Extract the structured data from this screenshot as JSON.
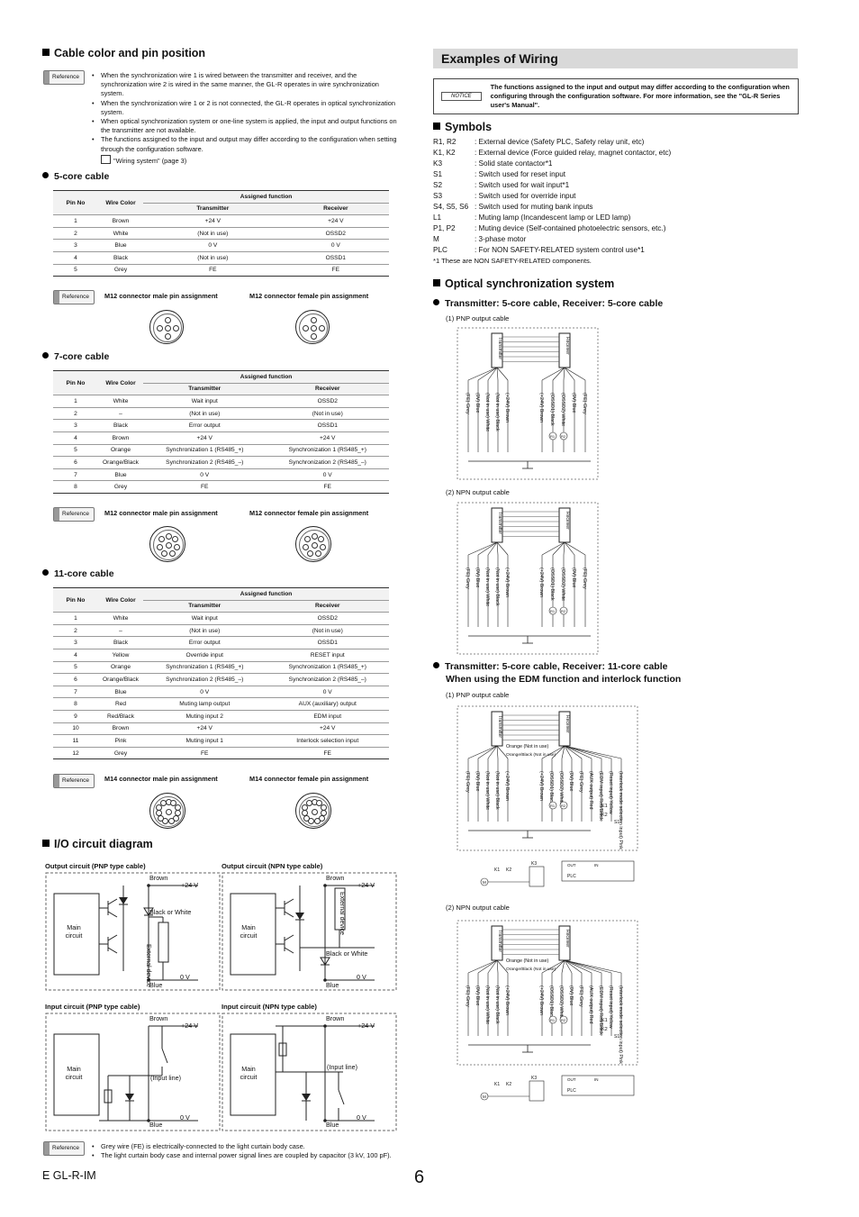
{
  "left": {
    "cable_section_title": "Cable color and pin position",
    "reference_label": "Reference",
    "notes": [
      "When the synchronization wire 1 is wired between the transmitter and receiver, and the synchronization wire 2 is wired in the same manner, the GL-R operates in wire synchronization system.",
      "When the synchronization wire 1 or 2 is not connected, the GL-R operates in optical synchronization system.",
      "When optical synchronization system or one-line system is applied, the input and output functions on the transmitter are not available.",
      "The functions assigned to the input and output may differ according to the configuration when setting through the configuration software."
    ],
    "note_link": "\"Wiring system\" (page 3)",
    "table_headers": {
      "pin_no": "Pin No",
      "wire_color": "Wire Color",
      "assigned": "Assigned function",
      "transmitter": "Transmitter",
      "receiver": "Receiver"
    },
    "cable5": {
      "title": "5-core cable",
      "rows": [
        [
          "1",
          "Brown",
          "+24 V",
          "+24 V"
        ],
        [
          "2",
          "White",
          "(Not in use)",
          "OSSD2"
        ],
        [
          "3",
          "Blue",
          "0 V",
          "0 V"
        ],
        [
          "4",
          "Black",
          "(Not in use)",
          "OSSD1"
        ],
        [
          "5",
          "Grey",
          "FE",
          "FE"
        ]
      ],
      "male_label": "M12 connector male pin assignment",
      "female_label": "M12 connector female pin assignment"
    },
    "cable7": {
      "title": "7-core cable",
      "rows": [
        [
          "1",
          "White",
          "Wait input",
          "OSSD2"
        ],
        [
          "2",
          "–",
          "(Not in use)",
          "(Not in use)"
        ],
        [
          "3",
          "Black",
          "Error output",
          "OSSD1"
        ],
        [
          "4",
          "Brown",
          "+24 V",
          "+24 V"
        ],
        [
          "5",
          "Orange",
          "Synchronization 1 (RS485_+)",
          "Synchronization 1 (RS485_+)"
        ],
        [
          "6",
          "Orange/Black",
          "Synchronization 2 (RS485_–)",
          "Synchronization 2 (RS485_–)"
        ],
        [
          "7",
          "Blue",
          "0 V",
          "0 V"
        ],
        [
          "8",
          "Grey",
          "FE",
          "FE"
        ]
      ],
      "male_label": "M12 connector male pin assignment",
      "female_label": "M12 connector female pin assignment"
    },
    "cable11": {
      "title": "11-core cable",
      "rows": [
        [
          "1",
          "White",
          "Wait input",
          "OSSD2"
        ],
        [
          "2",
          "–",
          "(Not in use)",
          "(Not in use)"
        ],
        [
          "3",
          "Black",
          "Error output",
          "OSSD1"
        ],
        [
          "4",
          "Yellow",
          "Override input",
          "RESET input"
        ],
        [
          "5",
          "Orange",
          "Synchronization 1 (RS485_+)",
          "Synchronization 1 (RS485_+)"
        ],
        [
          "6",
          "Orange/Black",
          "Synchronization 2 (RS485_–)",
          "Synchronization 2 (RS485_–)"
        ],
        [
          "7",
          "Blue",
          "0 V",
          "0 V"
        ],
        [
          "8",
          "Red",
          "Muting lamp output",
          "AUX (auxiliary) output"
        ],
        [
          "9",
          "Red/Black",
          "Muting input 2",
          "EDM input"
        ],
        [
          "10",
          "Brown",
          "+24 V",
          "+24 V"
        ],
        [
          "11",
          "Pink",
          "Muting input 1",
          "Interlock selection input"
        ],
        [
          "12",
          "Grey",
          "FE",
          "FE"
        ]
      ],
      "male_label": "M14 connector male pin assignment",
      "female_label": "M14 connector female pin assignment"
    },
    "io_title": "I/O circuit diagram",
    "circuits": {
      "out_pnp": "Output circuit (PNP type cable)",
      "out_npn": "Output circuit (NPN type cable)",
      "in_pnp": "Input circuit (PNP type cable)",
      "in_npn": "Input circuit (NPN type cable)",
      "brown": "Brown",
      "blue": "Blue",
      "v24": "+24 V",
      "v0": "0 V",
      "main1": "Main",
      "main2": "circuit",
      "black_or_white": "Black or White",
      "external_device": "External device",
      "input_line": "(Input line)"
    },
    "bottom_notes": [
      "Grey wire (FE) is electrically-connected to the light curtain body case.",
      "The light curtain body case and internal power signal lines are coupled by capacitor (3 kV, 100 pF)."
    ]
  },
  "right": {
    "banner": "Examples of Wiring",
    "notice_tag": "NOTICE",
    "notice_text": "The functions assigned to the input and output may differ according to the configuration when configuring through the configuration software. For more information, see the \"GL-R Series user's Manual\".",
    "symbols_title": "Symbols",
    "symbols": [
      [
        "R1, R2",
        ": External device (Safety PLC, Safety relay unit, etc)"
      ],
      [
        "K1, K2",
        ": External device (Force guided relay, magnet contactor, etc)"
      ],
      [
        "K3",
        ": Solid state contactor*1"
      ],
      [
        "S1",
        ": Switch used for reset input"
      ],
      [
        "S2",
        ": Switch used for wait input*1"
      ],
      [
        "S3",
        ": Switch used for override input"
      ],
      [
        "S4, S5, S6",
        ": Switch used for muting bank inputs"
      ],
      [
        "L1",
        ": Muting lamp (Incandescent lamp or LED lamp)"
      ],
      [
        "P1, P2",
        ": Muting device (Self-contained photoelectric sensors, etc.)"
      ],
      [
        "M",
        ": 3-phase motor"
      ],
      [
        "PLC",
        ": For NON SAFETY-RELATED system control use*1"
      ]
    ],
    "symbols_footnote": "*1  These are NON SAFETY-RELATED components.",
    "optical_title": "Optical synchronization system",
    "sub1": "Transmitter: 5-core cable, Receiver: 5-core cable",
    "sub2_line1": "Transmitter: 5-core cable, Receiver: 11-core cable",
    "sub2_line2": "When using the EDM function and interlock function",
    "pnp_caption": "(1) PNP output cable",
    "npn_caption": "(2) NPN output cable",
    "transmitter": "Transmitter",
    "receiver": "Receiver",
    "wires5_tx": [
      "(FE) Grey",
      "(0V) Blue",
      "(Not in use) White",
      "(Not in use) Black",
      "(+24V) Brown"
    ],
    "wires5_rx": [
      "(+24V) Brown",
      "(OSSD1) Black",
      "(OSSD2) White",
      "(0V) Blue",
      "(FE) Grey"
    ],
    "wires11_rx": [
      "(+24V) Brown",
      "(OSSD1) Black",
      "(OSSD2) White",
      "(0V) Blue",
      "(FE) Grey",
      "(AUX output) Red",
      "(EDM input) Red/Black",
      "(Reset input) Yellow",
      "(Interlock mode selection input) Pink"
    ],
    "orange_not_in_use": "Orange (Not in use)",
    "orange_black_not_in_use": "Orange/Black (Not in use)",
    "r1": "R1",
    "r2": "R2",
    "k1": "K1",
    "k2": "K2",
    "k3": "K3",
    "s1": "S1",
    "plc": "PLC",
    "out": "OUT",
    "in": "IN",
    "m": "M"
  },
  "footer": {
    "doc_code": "E GL-R-IM",
    "page": "6"
  }
}
